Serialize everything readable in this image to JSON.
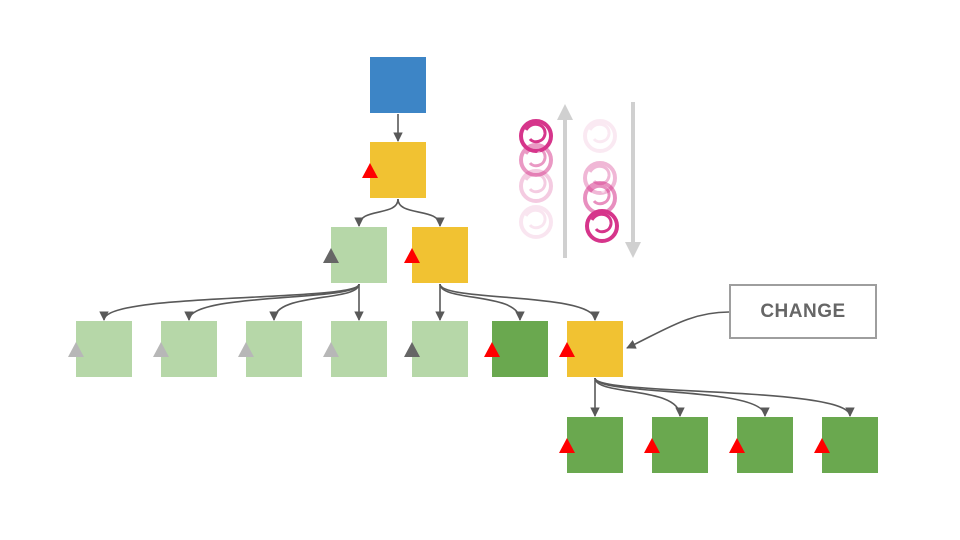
{
  "colors": {
    "root": "#3d85c6",
    "changed_path": "#f1c232",
    "checked": "#6aa84f",
    "skipped": "#b6d7a8",
    "arrow": "#595959",
    "marker_red": "#ff0000",
    "marker_dark": "#666666",
    "marker_light": "#b7b7b7",
    "rx_pink": "#d6358b"
  },
  "callout": {
    "label": "CHANGE"
  },
  "icons": {
    "node": "square-node",
    "marker": "triangle-marker",
    "logo": "reactivex-logo",
    "arrow_up": "up-arrow",
    "arrow_down": "down-arrow"
  }
}
